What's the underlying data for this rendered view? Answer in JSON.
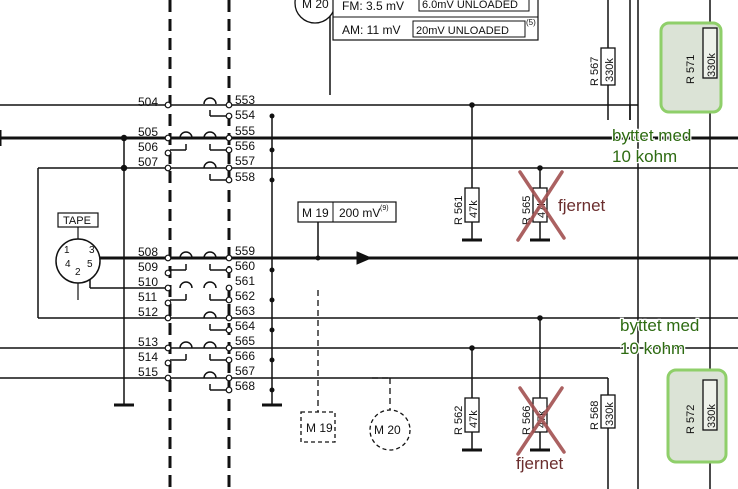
{
  "meter": {
    "m20": "M 20",
    "fm_line": "FM: 3.5 mV",
    "fm_unloaded": "6.0mV UNLOADED",
    "am_line": "AM: 11 mV",
    "am_unloaded": "20mV UNLOADED",
    "am_note": "(5)"
  },
  "connector": {
    "label": "TAPE",
    "pins": [
      "1",
      "2",
      "3",
      "4",
      "5"
    ]
  },
  "left_terminals": [
    "504",
    "505",
    "506",
    "507",
    "508",
    "509",
    "510",
    "511",
    "512",
    "513",
    "514",
    "515"
  ],
  "right_terminals": [
    "553",
    "554",
    "555",
    "556",
    "557",
    "558",
    "559",
    "560",
    "561",
    "562",
    "563",
    "564",
    "565",
    "566",
    "567",
    "568"
  ],
  "m19_box": {
    "name": "M 19",
    "value": "200 mV",
    "note": "(9)"
  },
  "dashed_boxes": {
    "m19": "M 19",
    "m20": "M 20"
  },
  "resistors": {
    "r567": {
      "name": "R 567",
      "value": "330k"
    },
    "r571": {
      "name": "R 571",
      "value": "330k"
    },
    "r561": {
      "name": "R 561",
      "value": "47k"
    },
    "r565": {
      "name": "R 565",
      "value": "47k"
    },
    "r562": {
      "name": "R 562",
      "value": "47k"
    },
    "r566": {
      "name": "R 566",
      "value": "47k"
    },
    "r568": {
      "name": "R 568",
      "value": "330k"
    },
    "r572": {
      "name": "R 572",
      "value": "330k"
    }
  },
  "annotations": {
    "replaced_top_1": "byttet med",
    "replaced_top_2": "10 kohm",
    "replaced_bottom_1": "byttet med",
    "replaced_bottom_2": "10 kohm",
    "removed_top": "fjernet",
    "removed_bottom": "fjernet"
  },
  "colors": {
    "highlight_border": "#8fcf6a",
    "highlight_fill": "#dbe3d6",
    "annotation_green": "#2e6b12",
    "cross_red": "#a35151"
  }
}
